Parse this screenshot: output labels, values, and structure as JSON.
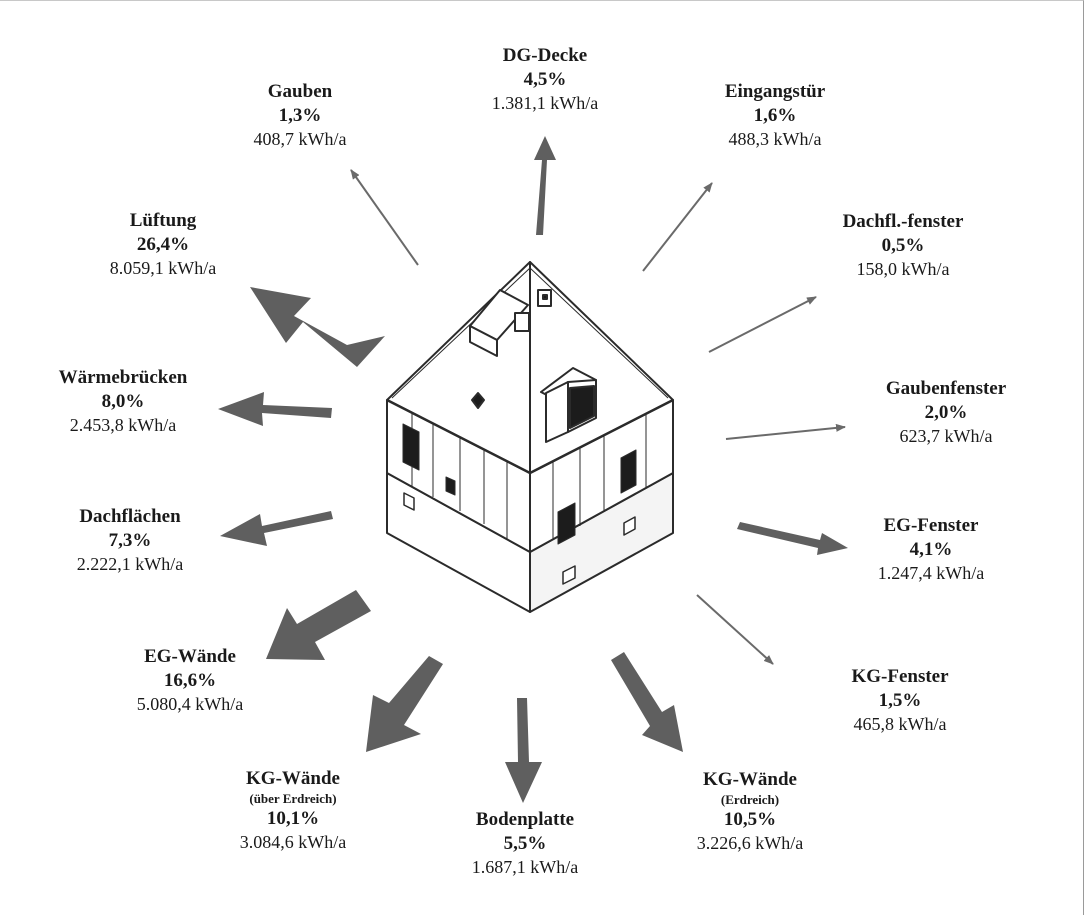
{
  "colors": {
    "arrow": "#5f5f5f",
    "thin_arrow": "#6a6a6a",
    "house_line": "#2b2b2b",
    "window": "#1c1c1c"
  },
  "items": [
    {
      "id": "gauben",
      "name": "Gauben",
      "sub": "",
      "pct": "1,3%",
      "value": "408,7 kWh/a"
    },
    {
      "id": "dg-decke",
      "name": "DG-Decke",
      "sub": "",
      "pct": "4,5%",
      "value": "1.381,1 kWh/a"
    },
    {
      "id": "eingangstuer",
      "name": "Eingangstür",
      "sub": "",
      "pct": "1,6%",
      "value": "488,3 kWh/a"
    },
    {
      "id": "lueftung",
      "name": "Lüftung",
      "sub": "",
      "pct": "26,4%",
      "value": "8.059,1 kWh/a"
    },
    {
      "id": "dachfl-fenster",
      "name": "Dachfl.-fenster",
      "sub": "",
      "pct": "0,5%",
      "value": "158,0 kWh/a"
    },
    {
      "id": "waermebruecken",
      "name": "Wärmebrücken",
      "sub": "",
      "pct": "8,0%",
      "value": "2.453,8 kWh/a"
    },
    {
      "id": "gaubenfenster",
      "name": "Gaubenfenster",
      "sub": "",
      "pct": "2,0%",
      "value": "623,7 kWh/a"
    },
    {
      "id": "dachflaechen",
      "name": "Dachflächen",
      "sub": "",
      "pct": "7,3%",
      "value": "2.222,1 kWh/a"
    },
    {
      "id": "eg-fenster",
      "name": "EG-Fenster",
      "sub": "",
      "pct": "4,1%",
      "value": "1.247,4 kWh/a"
    },
    {
      "id": "eg-waende",
      "name": "EG-Wände",
      "sub": "",
      "pct": "16,6%",
      "value": "5.080,4 kWh/a"
    },
    {
      "id": "kg-fenster",
      "name": "KG-Fenster",
      "sub": "",
      "pct": "1,5%",
      "value": "465,8 kWh/a"
    },
    {
      "id": "kg-waende-ueber",
      "name": "KG-Wände",
      "sub": "(über Erdreich)",
      "pct": "10,1%",
      "value": "3.084,6 kWh/a"
    },
    {
      "id": "bodenplatte",
      "name": "Bodenplatte",
      "sub": "",
      "pct": "5,5%",
      "value": "1.687,1 kWh/a"
    },
    {
      "id": "kg-waende-erd",
      "name": "KG-Wände",
      "sub": "(Erdreich)",
      "pct": "10,5%",
      "value": "3.226,6 kWh/a"
    }
  ]
}
